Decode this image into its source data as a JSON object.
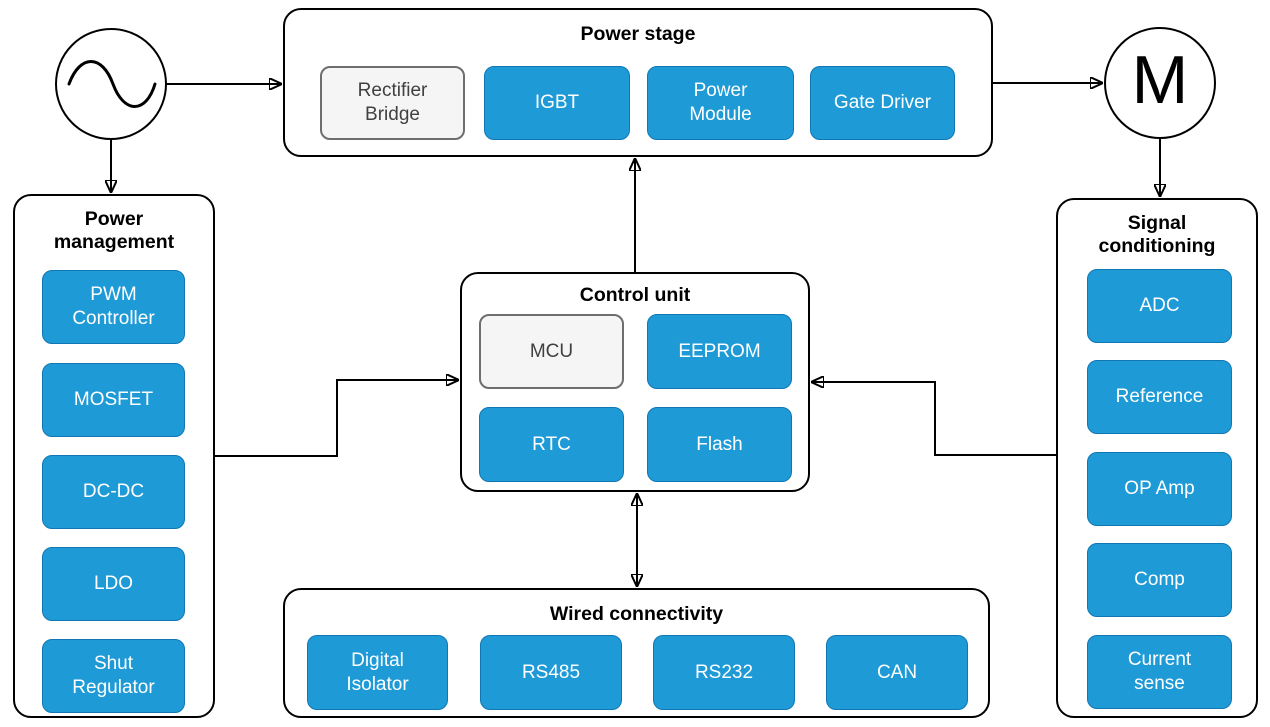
{
  "colors": {
    "chip_blue_fill": "#1e9ad6",
    "chip_blue_border": "#1177b4",
    "chip_gray_fill": "#f5f5f5",
    "chip_gray_border": "#6e6e6e",
    "container_border": "#000000",
    "chip_text_light": "#ffffff",
    "chip_text_dark": "#404040"
  },
  "nodes": {
    "ac_source": {
      "icon": "sine-wave-icon"
    },
    "motor": {
      "label": "M"
    }
  },
  "groups": [
    {
      "title": "Power stage",
      "items": [
        {
          "label": "Rectifier\nBridge",
          "variant": "gray"
        },
        {
          "label": "IGBT",
          "variant": "blue"
        },
        {
          "label": "Power\nModule",
          "variant": "blue"
        },
        {
          "label": "Gate Driver",
          "variant": "blue"
        }
      ]
    },
    {
      "title": "Power\nmanagement",
      "items": [
        {
          "label": "PWM\nController",
          "variant": "blue"
        },
        {
          "label": "MOSFET",
          "variant": "blue"
        },
        {
          "label": "DC-DC",
          "variant": "blue"
        },
        {
          "label": "LDO",
          "variant": "blue"
        },
        {
          "label": "Shut\nRegulator",
          "variant": "blue"
        }
      ]
    },
    {
      "title": "Control unit",
      "items": [
        {
          "label": "MCU",
          "variant": "gray"
        },
        {
          "label": "EEPROM",
          "variant": "blue"
        },
        {
          "label": "RTC",
          "variant": "blue"
        },
        {
          "label": "Flash",
          "variant": "blue"
        }
      ]
    },
    {
      "title": "Wired connectivity",
      "items": [
        {
          "label": "Digital\nIsolator",
          "variant": "blue"
        },
        {
          "label": "RS485",
          "variant": "blue"
        },
        {
          "label": "RS232",
          "variant": "blue"
        },
        {
          "label": "CAN",
          "variant": "blue"
        }
      ]
    },
    {
      "title": "Signal\nconditioning",
      "items": [
        {
          "label": "ADC",
          "variant": "blue"
        },
        {
          "label": "Reference",
          "variant": "blue"
        },
        {
          "label": "OP Amp",
          "variant": "blue"
        },
        {
          "label": "Comp",
          "variant": "blue"
        },
        {
          "label": "Current\nsense",
          "variant": "blue"
        }
      ]
    }
  ],
  "connections": [
    {
      "from": "ac-source",
      "to": "power-stage",
      "bidirectional": false
    },
    {
      "from": "ac-source",
      "to": "power-management",
      "bidirectional": false
    },
    {
      "from": "power-stage",
      "to": "motor",
      "bidirectional": false
    },
    {
      "from": "motor",
      "to": "signal-conditioning",
      "bidirectional": false
    },
    {
      "from": "control-unit",
      "to": "power-stage",
      "bidirectional": false
    },
    {
      "from": "control-unit",
      "to": "wired-connectivity",
      "bidirectional": true
    },
    {
      "from": "power-management",
      "to": "control-unit",
      "bidirectional": false
    },
    {
      "from": "signal-conditioning",
      "to": "control-unit",
      "bidirectional": false
    }
  ]
}
